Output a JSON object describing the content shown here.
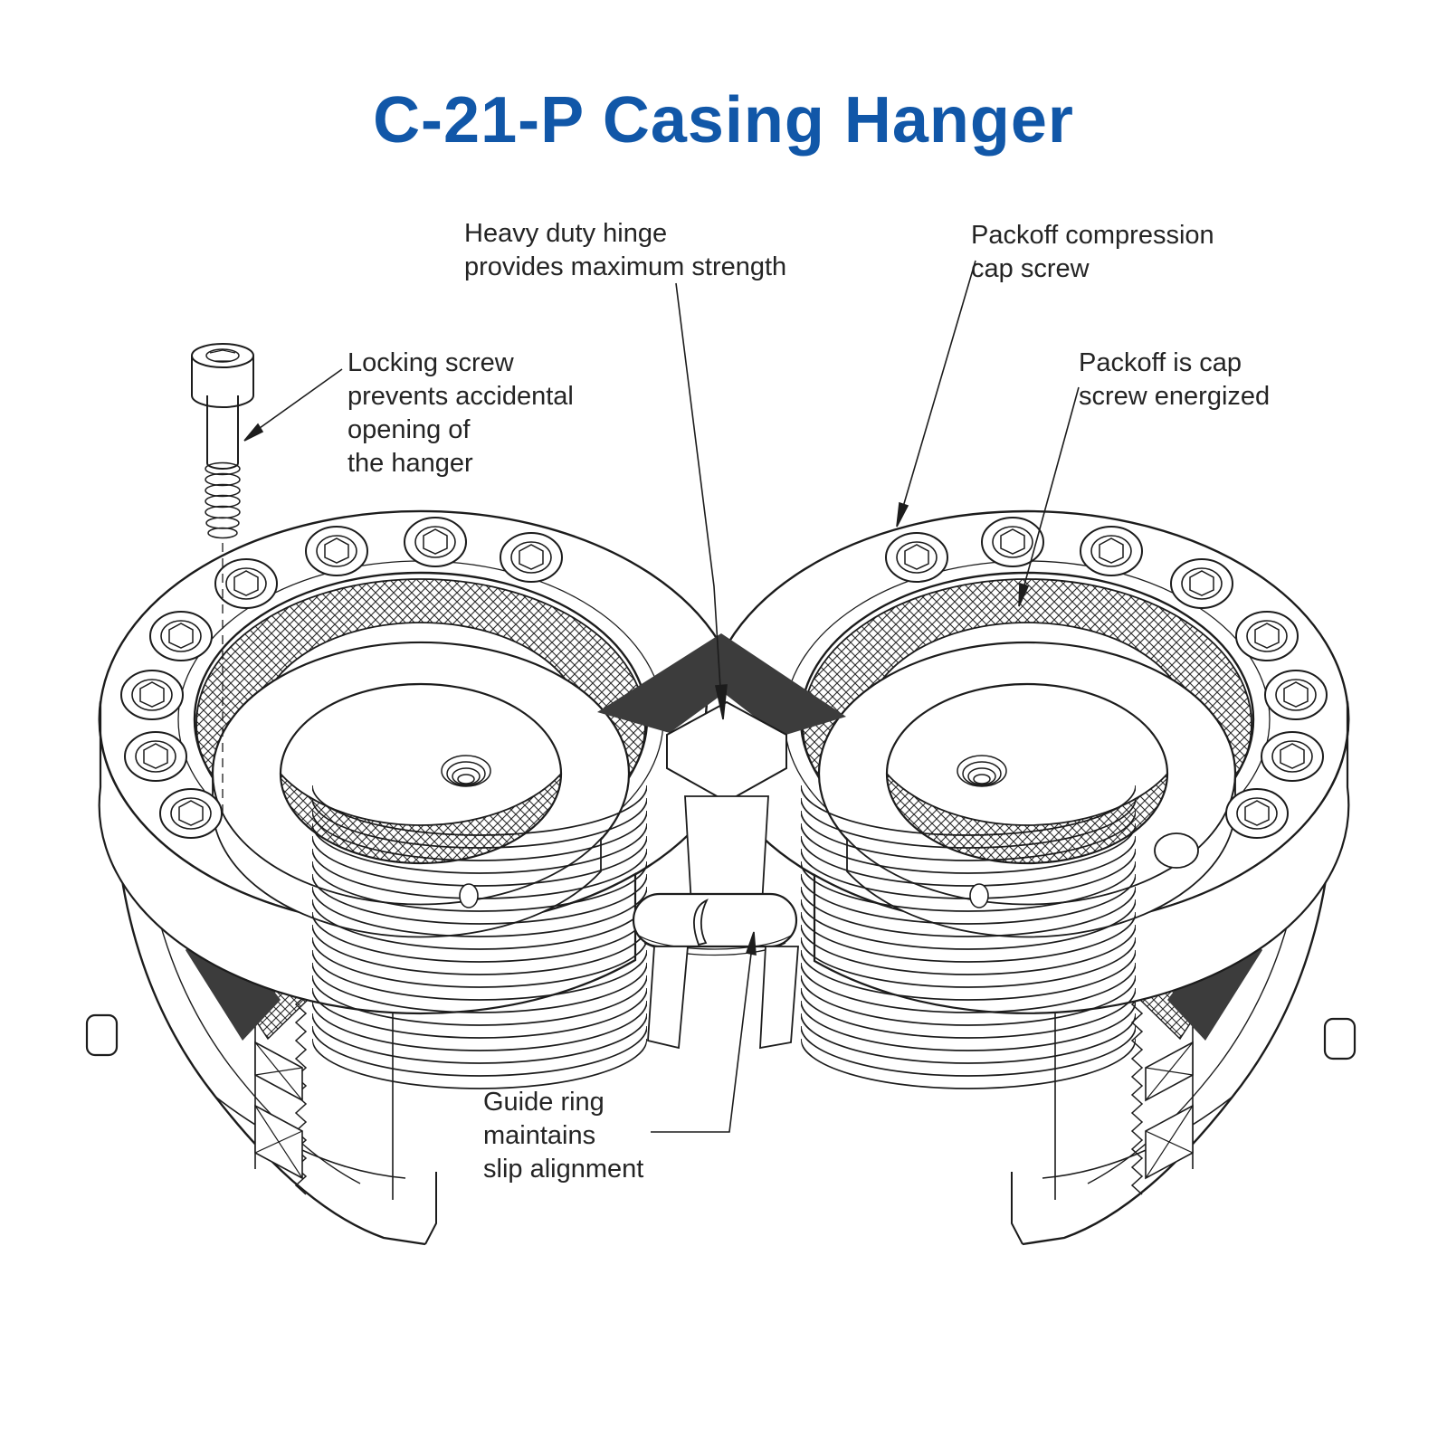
{
  "title": "C-21-P Casing Hanger",
  "labels": {
    "heavy_duty_hinge": "Heavy duty hinge\nprovides maximum strength",
    "packoff_compression": "Packoff compression\ncap screw",
    "locking_screw": "Locking screw\nprevents accidental\nopening of\nthe hanger",
    "packoff_energized": "Packoff is cap\nscrew energized",
    "guide_ring": "Guide ring\nmaintains\nslip alignment"
  },
  "colors": {
    "title_blue": "#1157a8",
    "ink": "#1c1c1c",
    "shade_dark": "#3c3c3c",
    "background": "#ffffff"
  }
}
